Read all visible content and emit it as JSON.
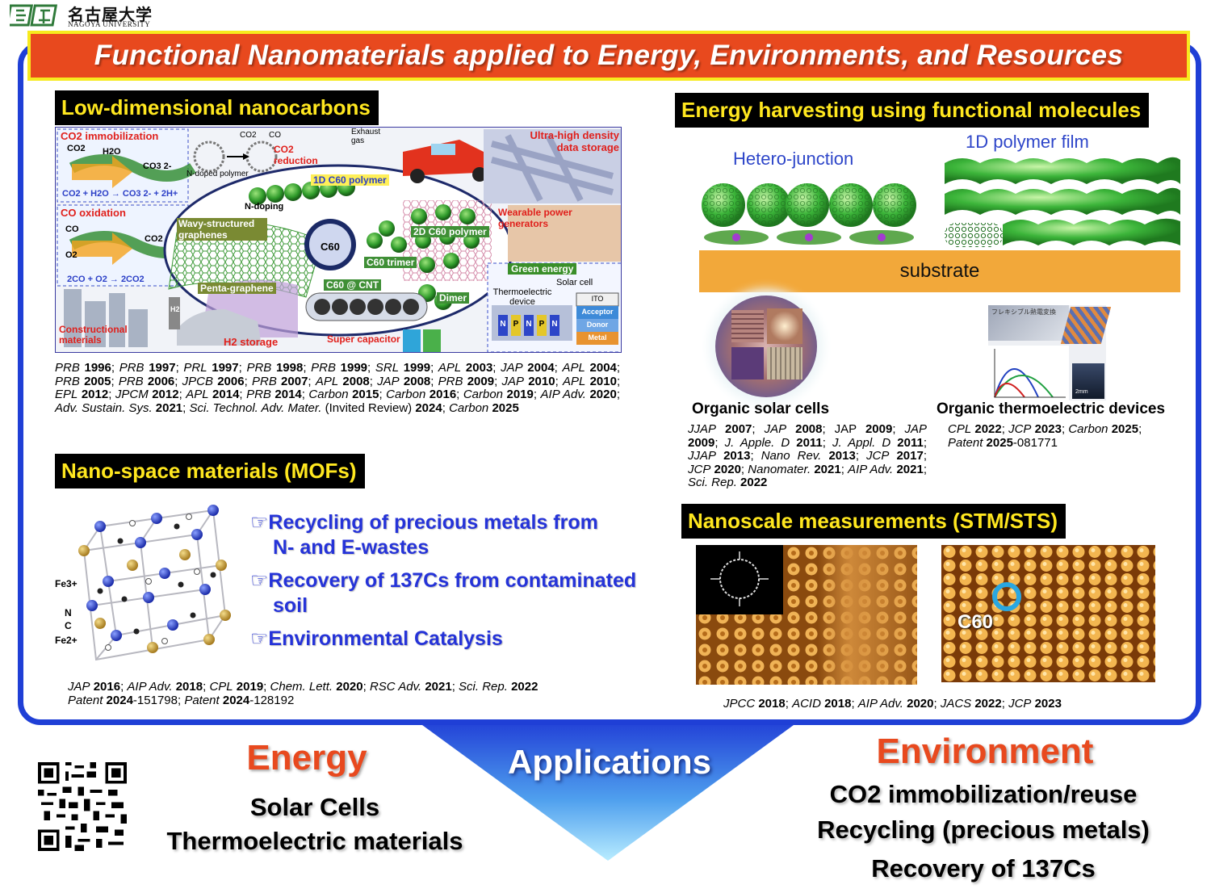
{
  "logo": {
    "jp": "名古屋大学",
    "en": "NAGOYA UNIVERSITY"
  },
  "banner": {
    "title": "Functional Nanomaterials applied to Energy, Environments, and Resources"
  },
  "colors": {
    "banner_bg": "#e8491e",
    "banner_border": "#f7ea1e",
    "frame": "#1f3fd6",
    "section_header_text": "#ffe71f",
    "bullet_text": "#2533d8",
    "substrate": "#f2a83a"
  },
  "sections": {
    "low_dim": "Low-dimensional nanocarbons",
    "mof": "Nano-space materials (MOFs)",
    "energy": "Energy harvesting using functional molecules",
    "stm": "Nanoscale measurements (STM/STS)"
  },
  "collage": {
    "co2_immobilization": "CO2 immobilization",
    "co2": "CO2",
    "h2o": "H2O",
    "co3": "CO3 2-",
    "co2_eq": "CO2 + H2O → CO3 2- + 2H+",
    "co2_reduction": "CO2 reduction",
    "co": "CO",
    "n_doped_polymer": "N-doped polymer",
    "exhaust_gas": "Exhaust gas",
    "ultra_high_density": "Ultra-high density data storage",
    "wearable": "Wearable power generators",
    "co_oxidation": "CO oxidation",
    "o2": "O2",
    "co_eq": "2CO + O2 → 2CO2",
    "c60_1d": "1D C60 polymer",
    "n_doping": "N-doping",
    "wavy": "Wavy-structured graphenes",
    "c60": "C60",
    "c60_2d": "2D C60 polymer",
    "c60_trimer": "C60 trimer",
    "green_energy": "Green energy",
    "penta": "Penta-graphene",
    "c60_cnt": "C60 @ CNT",
    "dimer": "Dimer",
    "thermoelectric_device": "Thermoelectric device",
    "solar_cell": "Solar cell",
    "ito": "ITO",
    "acceptor": "Acceptor",
    "donor": "Donor",
    "metal": "Metal",
    "constructional": "Constructional materials",
    "h2_storage": "H2 storage",
    "super_capacitor": "Super capacitor",
    "h2": "H2",
    "np_labels": [
      "N",
      "P",
      "N",
      "P",
      "N"
    ]
  },
  "energy_diagram": {
    "hetero": "Hetero-junction",
    "polymer_film": "1D polymer film",
    "substrate": "substrate",
    "osc": "Organic solar cells",
    "ote": "Organic thermoelectric devices",
    "ote_photo_caption": "フレキシブル熱電変換",
    "scale": "2mm"
  },
  "mof": {
    "bullets": [
      {
        "line1": "☞Recycling of precious metals from",
        "line2": "N- and E-wastes"
      },
      {
        "line1": "☞Recovery of 137Cs from contaminated",
        "line2": "soil"
      },
      {
        "line1": "☞Environmental Catalysis",
        "line2": ""
      }
    ],
    "labels": {
      "fe3": "Fe3+",
      "n": "N",
      "c": "C",
      "fe2": "Fe2+"
    }
  },
  "stm": {
    "c60_label": "C60"
  },
  "applications": {
    "center": "Applications",
    "energy_title": "Energy",
    "energy_items": [
      "Solar Cells",
      "Thermoelectric materials"
    ],
    "env_title": "Environment",
    "env_items": [
      "CO2 immobilization/reuse",
      "Recycling (precious metals)",
      "Recovery of 137Cs"
    ]
  }
}
